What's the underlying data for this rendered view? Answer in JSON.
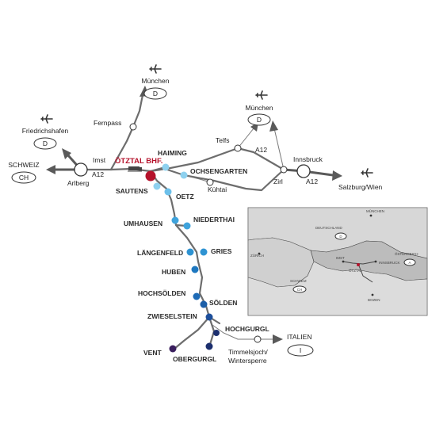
{
  "colors": {
    "station_main": "#b5122b",
    "valley_light": "#8ed1ef",
    "valley_mid": "#3fa3dc",
    "valley_blue": "#1e78c0",
    "valley_dark": "#1d4f9b",
    "valley_navy": "#1c2f6e",
    "valley_purple": "#3a1f5e",
    "road": "#6d6d6d",
    "inset_land": "#d6d6d6",
    "inset_austria": "#bdbdbd"
  },
  "labels": {
    "muenchen_top": "München",
    "fernpass": "Fernpass",
    "friedrichshafen": "Friedrichshafen",
    "schweiz": "SCHWEIZ",
    "imst": "Imst",
    "a12_west": "A12",
    "arlberg": "Arlberg",
    "muenchen_right": "München",
    "telfs": "Telfs",
    "a12_mid": "A12",
    "innsbruck": "Innsbruck",
    "zirl": "Zirl",
    "a12_east": "A12",
    "salzburg_wien": "Salzburg/Wien",
    "kuehtai": "Kühtai",
    "timmelsjoch_1": "Timmelsjoch/",
    "timmelsjoch_2": "Wintersperre",
    "italien": "ITALIEN"
  },
  "badges": {
    "d_top": "D",
    "d_left": "D",
    "ch": "CH",
    "d_right": "D",
    "i": "I"
  },
  "stations": {
    "oetztal_bhf": "ÖTZTAL BHF.",
    "haiming": "HAIMING",
    "ochsengarten": "OCHSENGARTEN",
    "sautens": "SAUTENS",
    "oetz": "OETZ",
    "umhausen": "UMHAUSEN",
    "niederthai": "NIEDERTHAI",
    "laengenfeld": "LÄNGENFELD",
    "gries": "GRIES",
    "huben": "HUBEN",
    "hochsoelden": "HOCHSÖLDEN",
    "soelden": "SÖLDEN",
    "zwieselstein": "ZWIESELSTEIN",
    "hochgurgl": "HOCHGURGL",
    "vent": "VENT",
    "obergurgl": "OBERGURGL"
  },
  "inset": {
    "deutschland": "DEUTSCHLAND",
    "d": "D",
    "muenchen": "MÜNCHEN",
    "zuerich": "ZÜRICH",
    "schweiz": "SCHWEIZ",
    "ch": "CH",
    "oesterreich": "ÖSTERREICH",
    "a": "A",
    "imst": "IMST",
    "innsbruck": "INNSBRUCK",
    "oetztal": "ÖTZTAL",
    "bozen": "BOZEN"
  }
}
